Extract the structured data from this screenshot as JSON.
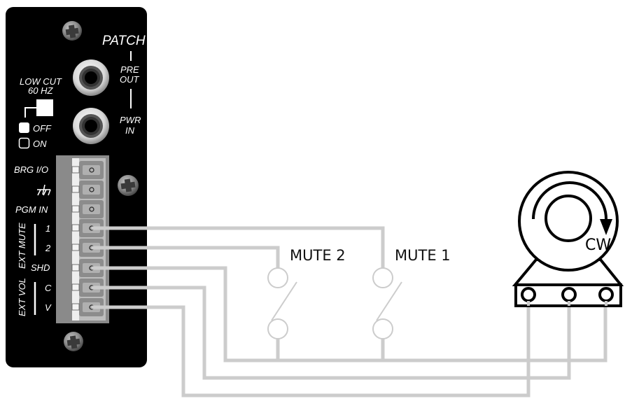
{
  "panel": {
    "top_label": "PATCH",
    "jack_pre_out": "PRE\nOUT",
    "jack_pre_out_lines": [
      "PRE",
      "OUT"
    ],
    "jack_pwr_in_lines": [
      "PWR",
      "IN"
    ],
    "low_cut_lines": [
      "LOW CUT",
      "60 HZ"
    ],
    "switch_off": "OFF",
    "switch_on": "ON",
    "terminals": [
      {
        "label": "BRG I/O",
        "wired": false
      },
      {
        "label": "ground-symbol",
        "wired": false
      },
      {
        "label": "PGM IN",
        "wired": false
      },
      {
        "label": "1",
        "wired": true
      },
      {
        "label": "2",
        "wired": true
      },
      {
        "label": "SHD",
        "wired": true
      },
      {
        "label": "C",
        "wired": true
      },
      {
        "label": "V",
        "wired": true
      }
    ],
    "group_ext_mute": "EXT MUTE",
    "group_ext_vol": "EXT VOL"
  },
  "switches": {
    "mute2": {
      "label": "MUTE 2"
    },
    "mute1": {
      "label": "MUTE 1"
    }
  },
  "potentiometer": {
    "direction_label": "CW"
  },
  "colors": {
    "panel": "#000000",
    "wire": "#cccccc",
    "terminal_strip": "#8a8a8a",
    "text_on_panel": "#ffffff"
  }
}
